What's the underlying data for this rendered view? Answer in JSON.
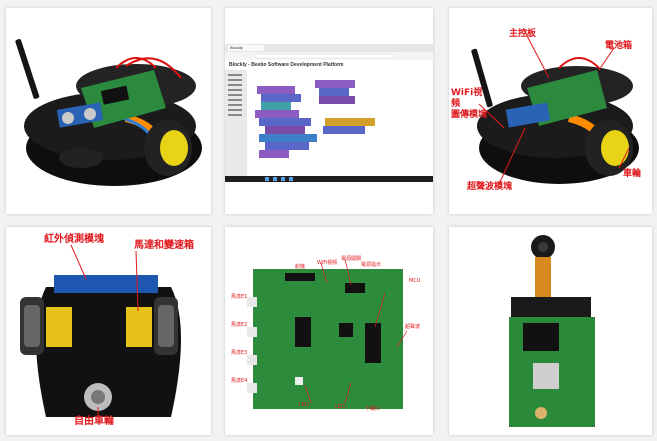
{
  "tile3_labels": {
    "main_board": "主控板",
    "battery_box": "電池箱",
    "wifi_module": "WiFi視頻\n圖傳模塊",
    "ultrasonic": "超聲波模塊",
    "wheel": "車輪"
  },
  "tile4_labels": {
    "ir_module": "紅外偵測模塊",
    "motor_gearbox": "馬達和變速箱",
    "free_wheel": "自由車輪"
  },
  "tile5_labels": {
    "wifi_video": "WiFi視頻",
    "servo": "舵機",
    "power_switch": "電源開關",
    "power_indicator": "電源指示",
    "mcu": "MCU",
    "ultrasonic_port": "超聲波",
    "port_e1": "馬達E1",
    "port_e2": "馬達E2",
    "port_e3": "馬達E3",
    "port_e4": "馬達E4",
    "led1": "LED",
    "led2": "LED",
    "download_port": "下載口"
  },
  "tile2_browser": {
    "title": "Blockly - Beebo Software Development Platform",
    "tab_label": "Blockly"
  }
}
